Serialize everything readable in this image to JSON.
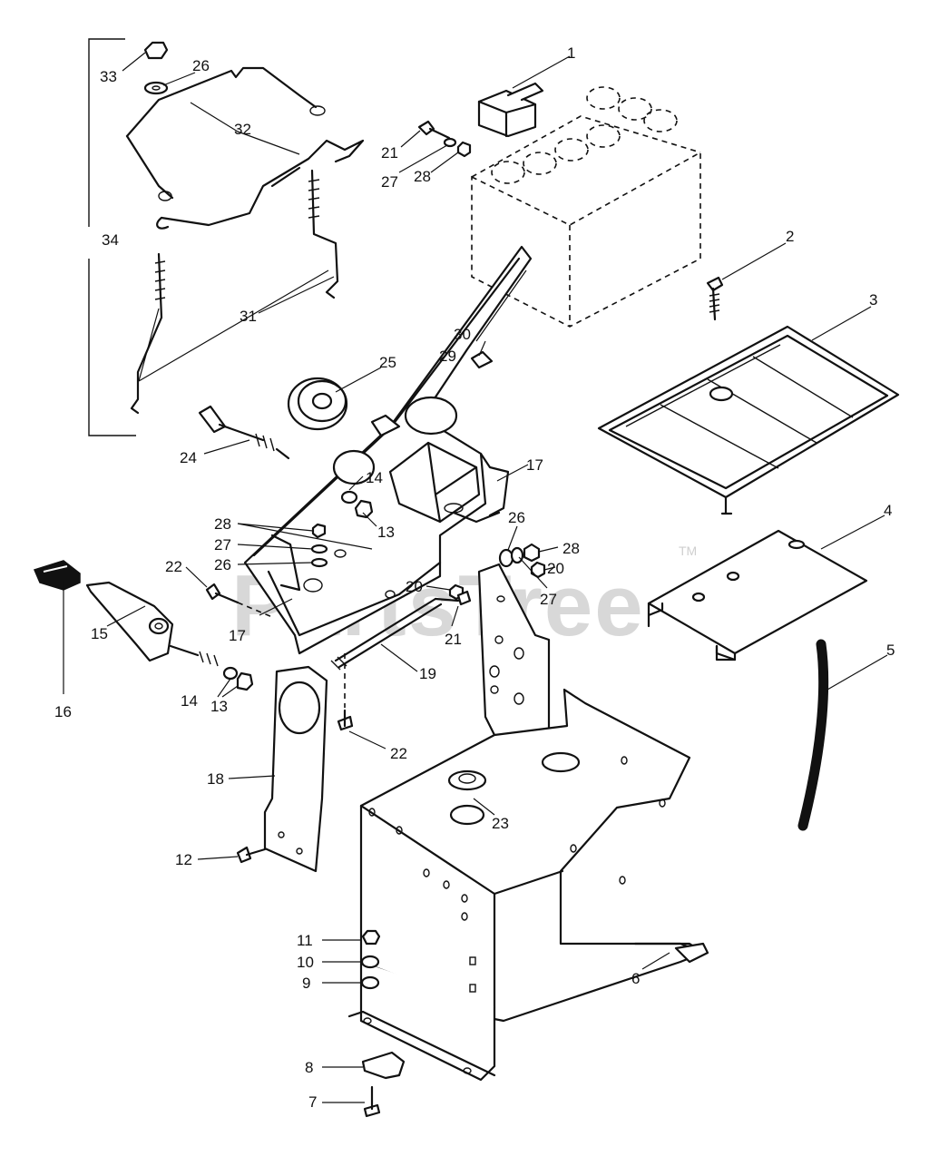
{
  "watermark": {
    "text": "PartsTree",
    "trademark": "TM"
  },
  "callouts": [
    "1",
    "2",
    "3",
    "4",
    "5",
    "6",
    "7",
    "8",
    "9",
    "10",
    "11",
    "12",
    "13",
    "13",
    "14",
    "14",
    "15",
    "16",
    "17",
    "17",
    "18",
    "19",
    "20",
    "20",
    "21",
    "21",
    "22",
    "22",
    "23",
    "24",
    "25",
    "26",
    "26",
    "26",
    "27",
    "27",
    "27",
    "28",
    "28",
    "28",
    "29",
    "30",
    "31",
    "32",
    "33",
    "34"
  ],
  "colors": {
    "ink": "#111111",
    "paper": "#ffffff",
    "watermark": "#d8d8d8"
  }
}
